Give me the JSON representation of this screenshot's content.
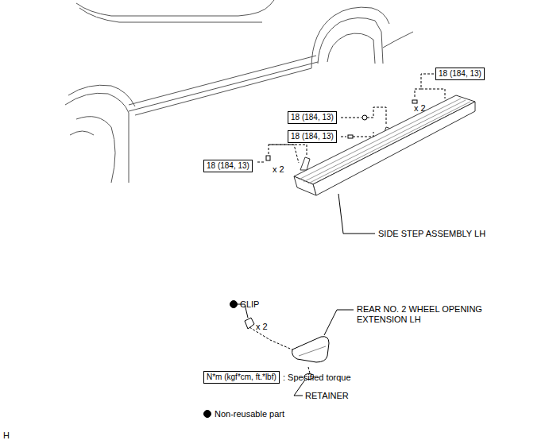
{
  "diagram": {
    "nodes": [
      {
        "text": [
          "18 (184, 13)"
        ]
      },
      {
        "text": [
          "18 (184, 13)"
        ]
      },
      {
        "text": [
          "18 (184, 13)"
        ]
      },
      {
        "text": [
          "18 (184, 13)"
        ]
      },
      {
        "text": [
          "N*m (kgf*cm, ft.*lbf)"
        ]
      }
    ],
    "labels": [
      "x 2",
      "x 2",
      "SIDE STEP ASSEMBLY LH",
      "CLIP",
      "x 2",
      "REAR NO. 2 WHEEL OPENING EXTENSION LH",
      "RETAINER",
      ": Specified torque",
      "H"
    ],
    "legend": [
      {
        "text": "Non-reusable part"
      }
    ]
  }
}
